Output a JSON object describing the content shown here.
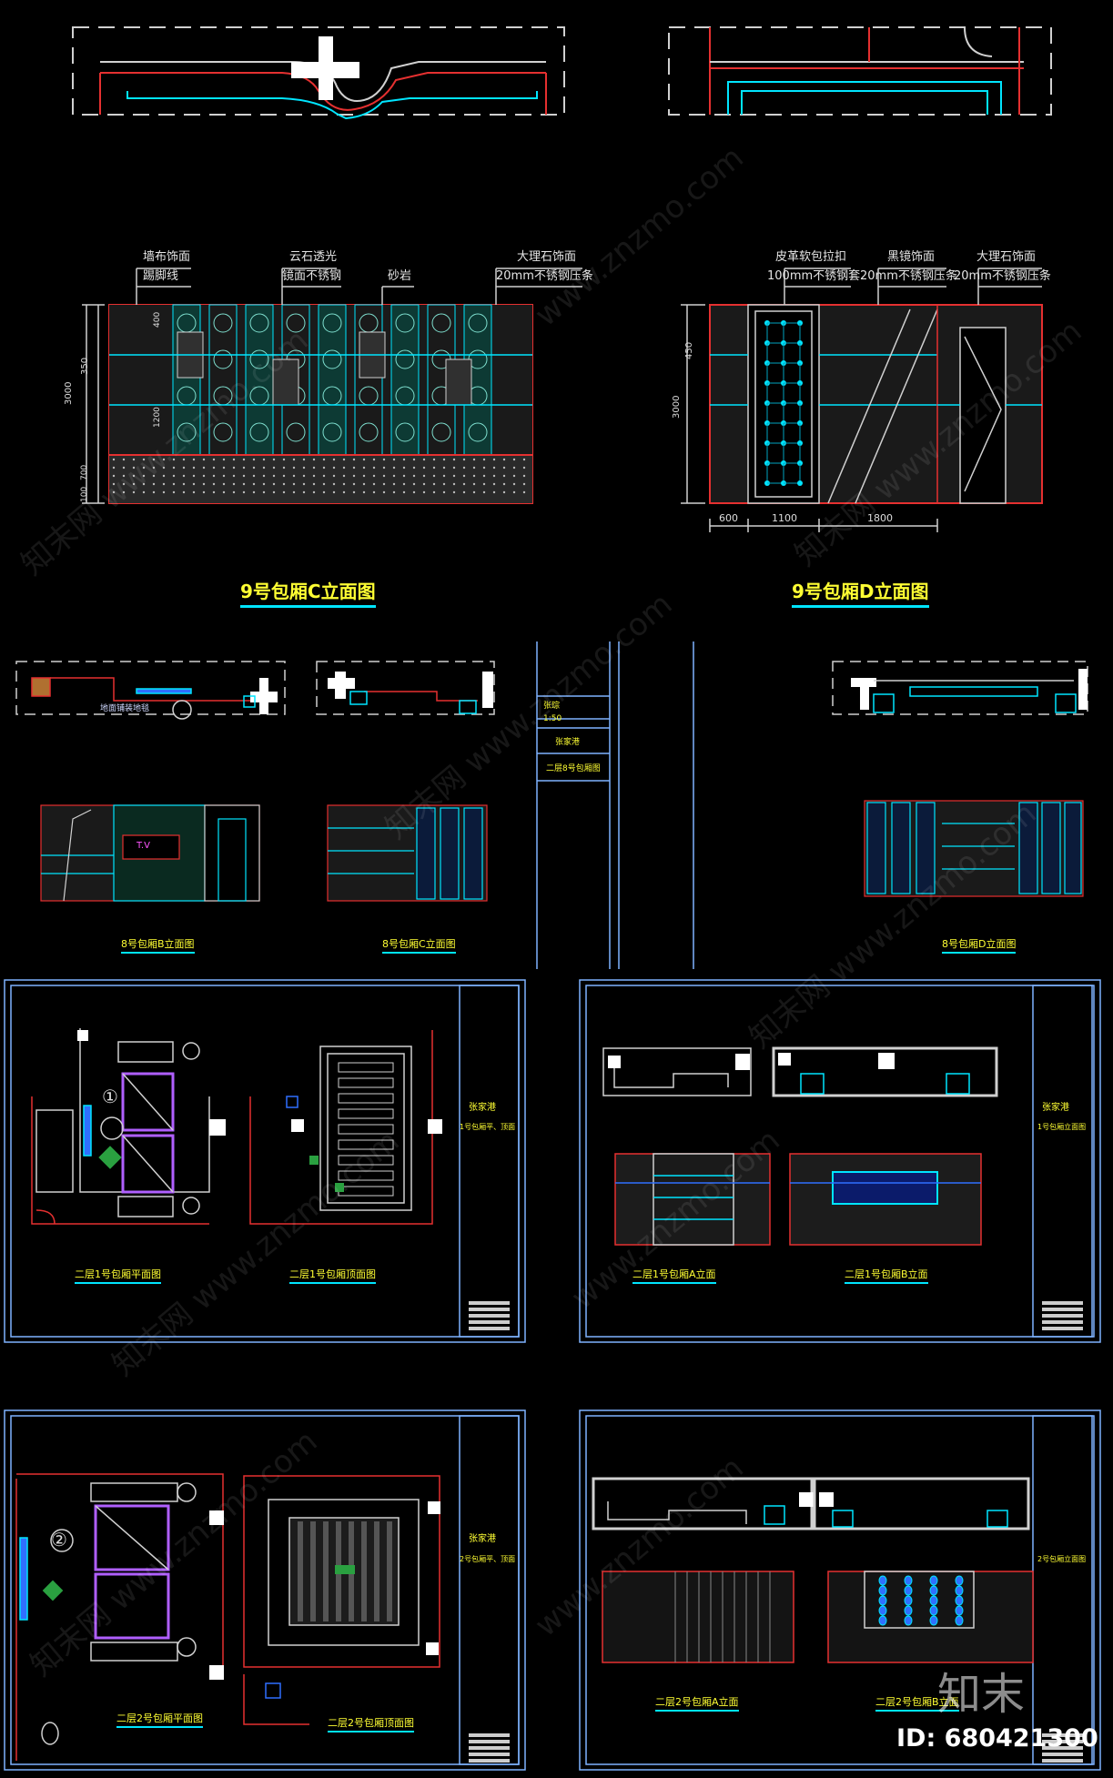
{
  "titles": {
    "c_elev": "9号包厢C立面图",
    "d_elev": "9号包厢D立面图",
    "b8": "8号包厢B立面图",
    "c8": "8号包厢C立面图",
    "d8": "8号包厢D立面图",
    "p1_plan": "二层1号包厢平面图",
    "p1_ceiling": "二层1号包厢顶面图",
    "p1_a": "二层1号包厢A立面",
    "p1_b": "二层1号包厢B立面",
    "p2_plan": "二层2号包厢平面图",
    "p2_ceiling": "二层2号包厢顶面图",
    "p2_a": "二层2号包厢A立面",
    "p2_b": "二层2号包厢B立面"
  },
  "c_labels": {
    "wallcloth": "墙布饰面",
    "skirting": "踢脚线",
    "cloudstone": "云石透光",
    "mirror_steel": "镜面不锈钢",
    "sandstone": "砂岩",
    "marble": "大理石饰面",
    "strip20": "20mm不锈钢压条"
  },
  "d_labels": {
    "leather": "皮革软包拉扣",
    "sleeve100": "100mm不锈钢套",
    "black_mirror": "黑镜饰面",
    "strip20a": "20mm不锈钢压条",
    "marble": "大理石饰面",
    "strip20b": "20mm不锈钢压条"
  },
  "dims": {
    "c_total": "3000",
    "c_mid": "350",
    "c_a": "400",
    "c_b": "700",
    "c_c": "100",
    "c_d": "1200",
    "d_total": "3000",
    "d_top": "450",
    "d_w1": "600",
    "d_w2": "1100",
    "d_w3": "1800"
  },
  "sheet": {
    "designer": "张琮",
    "scale": "1:50",
    "project": "张家港",
    "drawing": "二层8号包厢图",
    "project2": "张家港",
    "project3": "张家港",
    "project4": "张家港",
    "d1": "1号包厢平、顶面",
    "d2": "1号包厢立面图",
    "d3": "2号包厢平、顶面",
    "d4": "2号包厢立面图"
  },
  "misc": {
    "floor_note": "地面铺装地毯",
    "tv": "T.V",
    "room1": "①",
    "room2": "②"
  },
  "watermarks": [
    "www.znzmo.com",
    "知末网 www.znzmo.com"
  ],
  "corner": {
    "logo": "知末",
    "id": "ID: 680421300"
  },
  "colors": {
    "cyan": "#00e5ff",
    "red": "#e53030",
    "yellow": "#ffff33",
    "frame": "#7fb3ff"
  }
}
